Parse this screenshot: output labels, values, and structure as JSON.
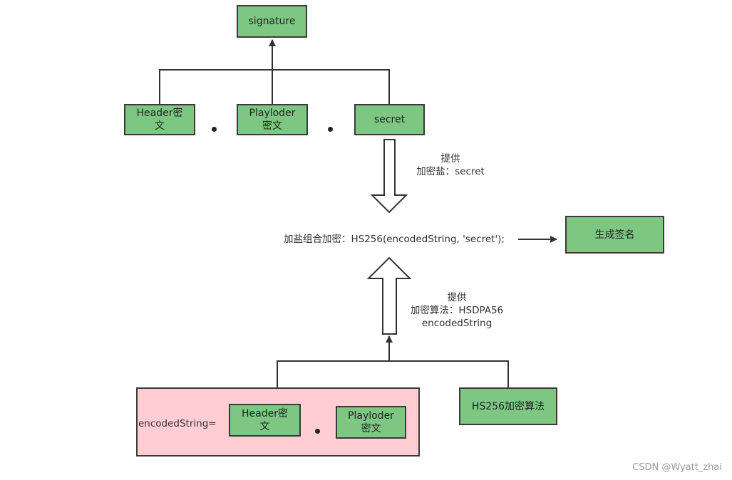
{
  "nodes": {
    "signature": "signature",
    "header_top": "Header密\n文",
    "payload_top": "Playloder\n密文",
    "secret": "secret",
    "generate_signature": "生成签名",
    "hs256_algorithm": "HS256加密算法",
    "header_bottom": "Header密\n文",
    "payload_bottom": "Playloder\n密文"
  },
  "labels": {
    "provide_secret": "提供\n加密盐：secret",
    "combine_encrypt": "加盐组合加密：HS256(encodedString, 'secret');",
    "provide_algorithm": "提供\n加密算法：HSDPA56\nencodedString",
    "encoded_string": "encodedString="
  },
  "watermark": "CSDN @Wyatt_zhai",
  "colors": {
    "box_fill": "#7dc783",
    "pink_fill": "#ffcdd2",
    "stroke": "#3a3a3a"
  }
}
